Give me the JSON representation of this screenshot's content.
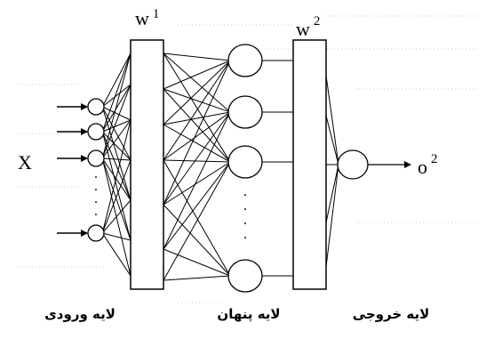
{
  "diagram": {
    "input_label": "X",
    "output_label": "o",
    "output_superscript": "2",
    "weights": [
      {
        "label": "w",
        "superscript": "1"
      },
      {
        "label": "w",
        "superscript": "2"
      }
    ],
    "dots_symbol": ".",
    "layers": [
      {
        "caption": "لایه ورودی",
        "nodes": 4
      },
      {
        "caption": "لایه پنهان",
        "nodes": 4
      },
      {
        "caption": "لایه خروجی",
        "nodes": 1
      }
    ],
    "colors": {
      "stroke": "#000000",
      "background": "#ffffff",
      "dotted_guides": "#c9c9c9"
    }
  }
}
